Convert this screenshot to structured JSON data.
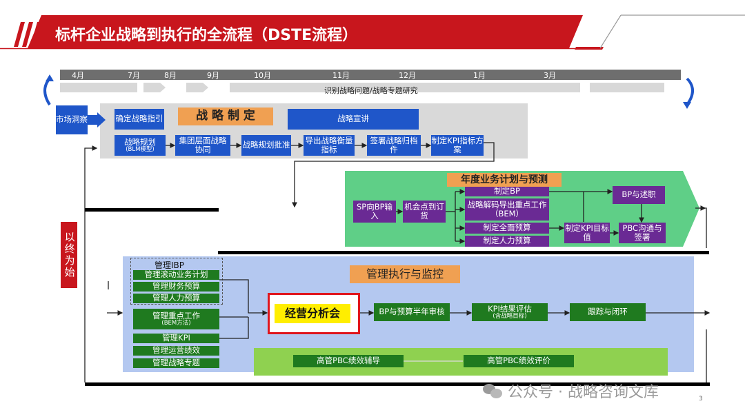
{
  "title": "标杆企业战略到执行的全流程（DSTE流程）",
  "months": [
    "4月",
    "7月",
    "8月",
    "9月",
    "10月",
    "11月",
    "12月",
    "1月",
    "3月"
  ],
  "timeline_label": "识别战略问题/战略专题研究",
  "side_label": "以终为始",
  "strategy": {
    "market_insight": "市场洞察",
    "guide": "确定战略指引",
    "section_title": "战 略 制 定",
    "announce": "战略宣讲",
    "steps": [
      {
        "label": "战略规划",
        "sub": "(BLM模型)"
      },
      {
        "label": "集团层面战略协同",
        "sub": ""
      },
      {
        "label": "战略规划批准",
        "sub": ""
      },
      {
        "label": "导出战略衡量指标",
        "sub": ""
      },
      {
        "label": "签署战略归档件",
        "sub": ""
      },
      {
        "label": "制定KPI指标方案",
        "sub": ""
      }
    ]
  },
  "annual": {
    "section_title": "年度业务计划与预测",
    "sp_input": "SP向BP输入",
    "opportunity": "机会点到订货",
    "make_bp": "制定BP",
    "decode": "战略解码导出重点工作（BEM）",
    "budget": "制定全面预算",
    "hr_budget": "制定人力预算",
    "kpi_target": "制定KPI目标值",
    "bp_report": "BP与述职",
    "pbc": "PBC沟通与签署"
  },
  "execution": {
    "section_title": "管理执行与监控",
    "ibp_title": "管理IBP",
    "ibp_items": [
      "管理滚动业务计划",
      "管理财务预算",
      "管理人力预算"
    ],
    "key_work": {
      "label": "管理重点工作",
      "sub": "(BEM方法)"
    },
    "kpi": "管理KPI",
    "ops": "管理运营绩效",
    "topics": "管理战略专题",
    "meeting": "经营分析会",
    "review": "BP与预算半年审核",
    "kpi_eval": {
      "label": "KPI结果评估",
      "sub": "(含战略目标)"
    },
    "close": "跟踪与闭环",
    "pbc_coach": "高管PBC绩效辅导",
    "pbc_eval": "高管PBC绩效评价"
  },
  "watermark": "公众号 · 战略咨询文库",
  "page_number": "3",
  "colors": {
    "title_red": "#c8161d",
    "blue": "#1f56c9",
    "purple": "#6a2a94",
    "green": "#1f7a1f",
    "orange": "#f0a052",
    "highlight": "#e0161d"
  }
}
